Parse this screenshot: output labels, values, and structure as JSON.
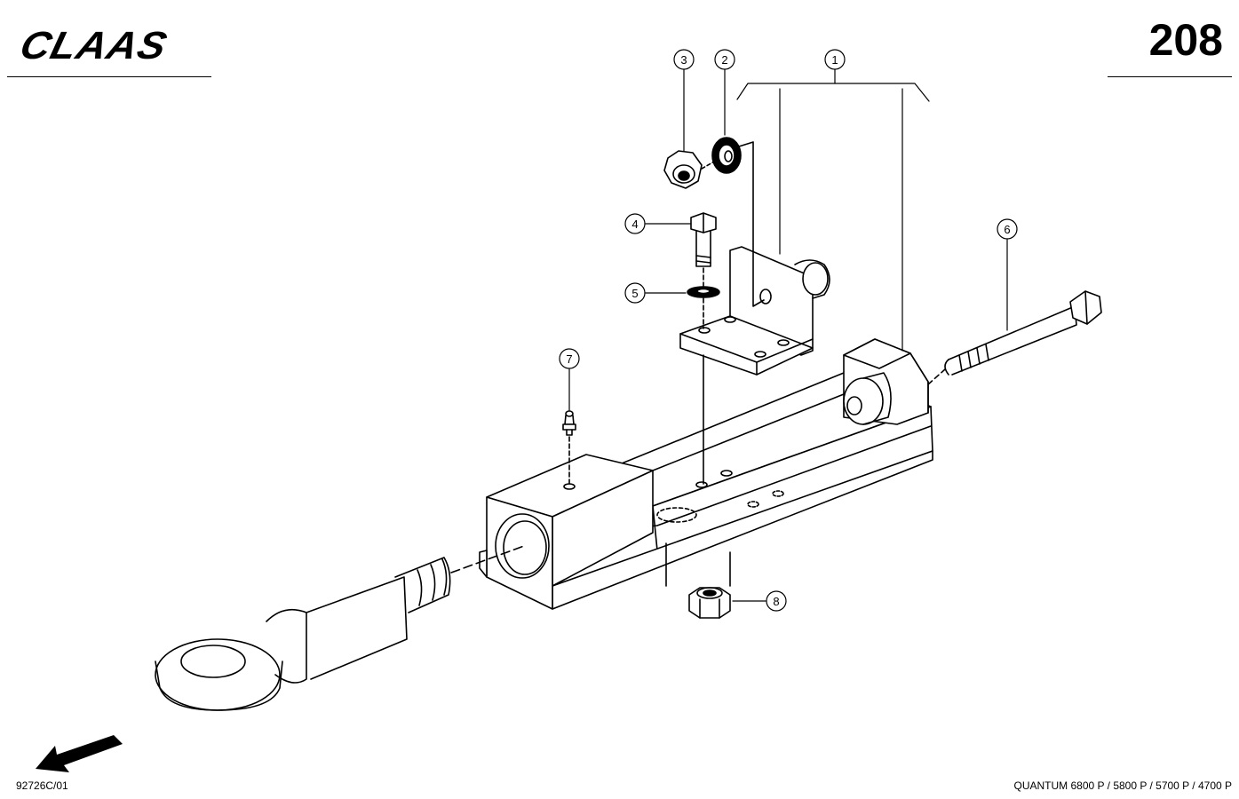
{
  "header": {
    "brand": "CLAAS",
    "page_number": "208"
  },
  "callouts": [
    "1",
    "2",
    "3",
    "4",
    "5",
    "6",
    "7",
    "8"
  ],
  "footer": {
    "drawing_ref": "92726C/01",
    "models": "QUANTUM 6800 P / 5800 P / 5700 P / 4700 P"
  },
  "icons": {
    "direction": "travel-direction-arrow-icon"
  }
}
